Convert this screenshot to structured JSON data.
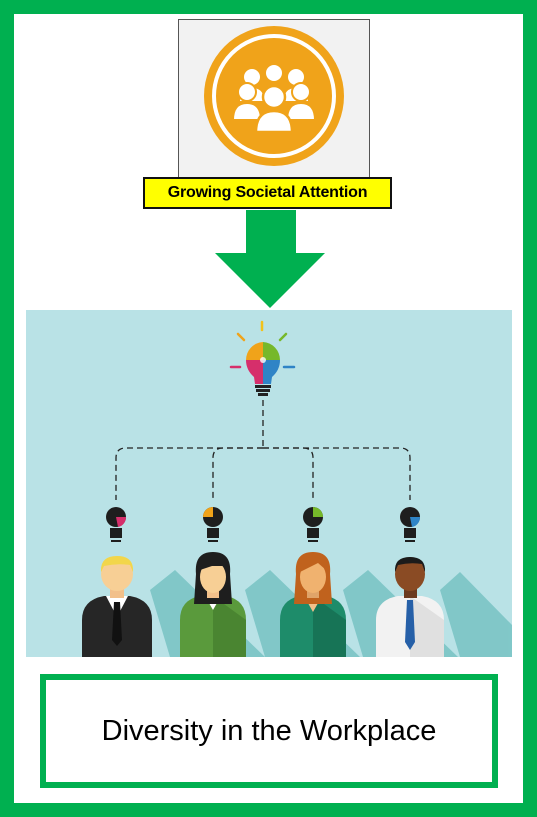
{
  "caption": "Growing Societal Attention",
  "title": "Diversity in the Workplace",
  "colors": {
    "frame_green": "#00b050",
    "arrow_green": "#00b050",
    "caption_yellow": "#ffff00",
    "badge_orange": "#f0a31a",
    "scene_background": "#b9e2e6"
  },
  "icons": [
    "people-group-icon",
    "puzzle-lightbulb-icon"
  ],
  "people": [
    {
      "name": "blond-man-black-suit",
      "hair": "#f2d64a",
      "suit": "#262626"
    },
    {
      "name": "black-haired-woman-green",
      "hair": "#1e1e1e",
      "suit": "#5a9a3c"
    },
    {
      "name": "redhead-woman-teal",
      "hair": "#c0621d",
      "suit": "#1e8c6a"
    },
    {
      "name": "dark-skinned-man-white-shirt",
      "hair": "#1b1b1b",
      "suit": "#ffffff"
    }
  ]
}
